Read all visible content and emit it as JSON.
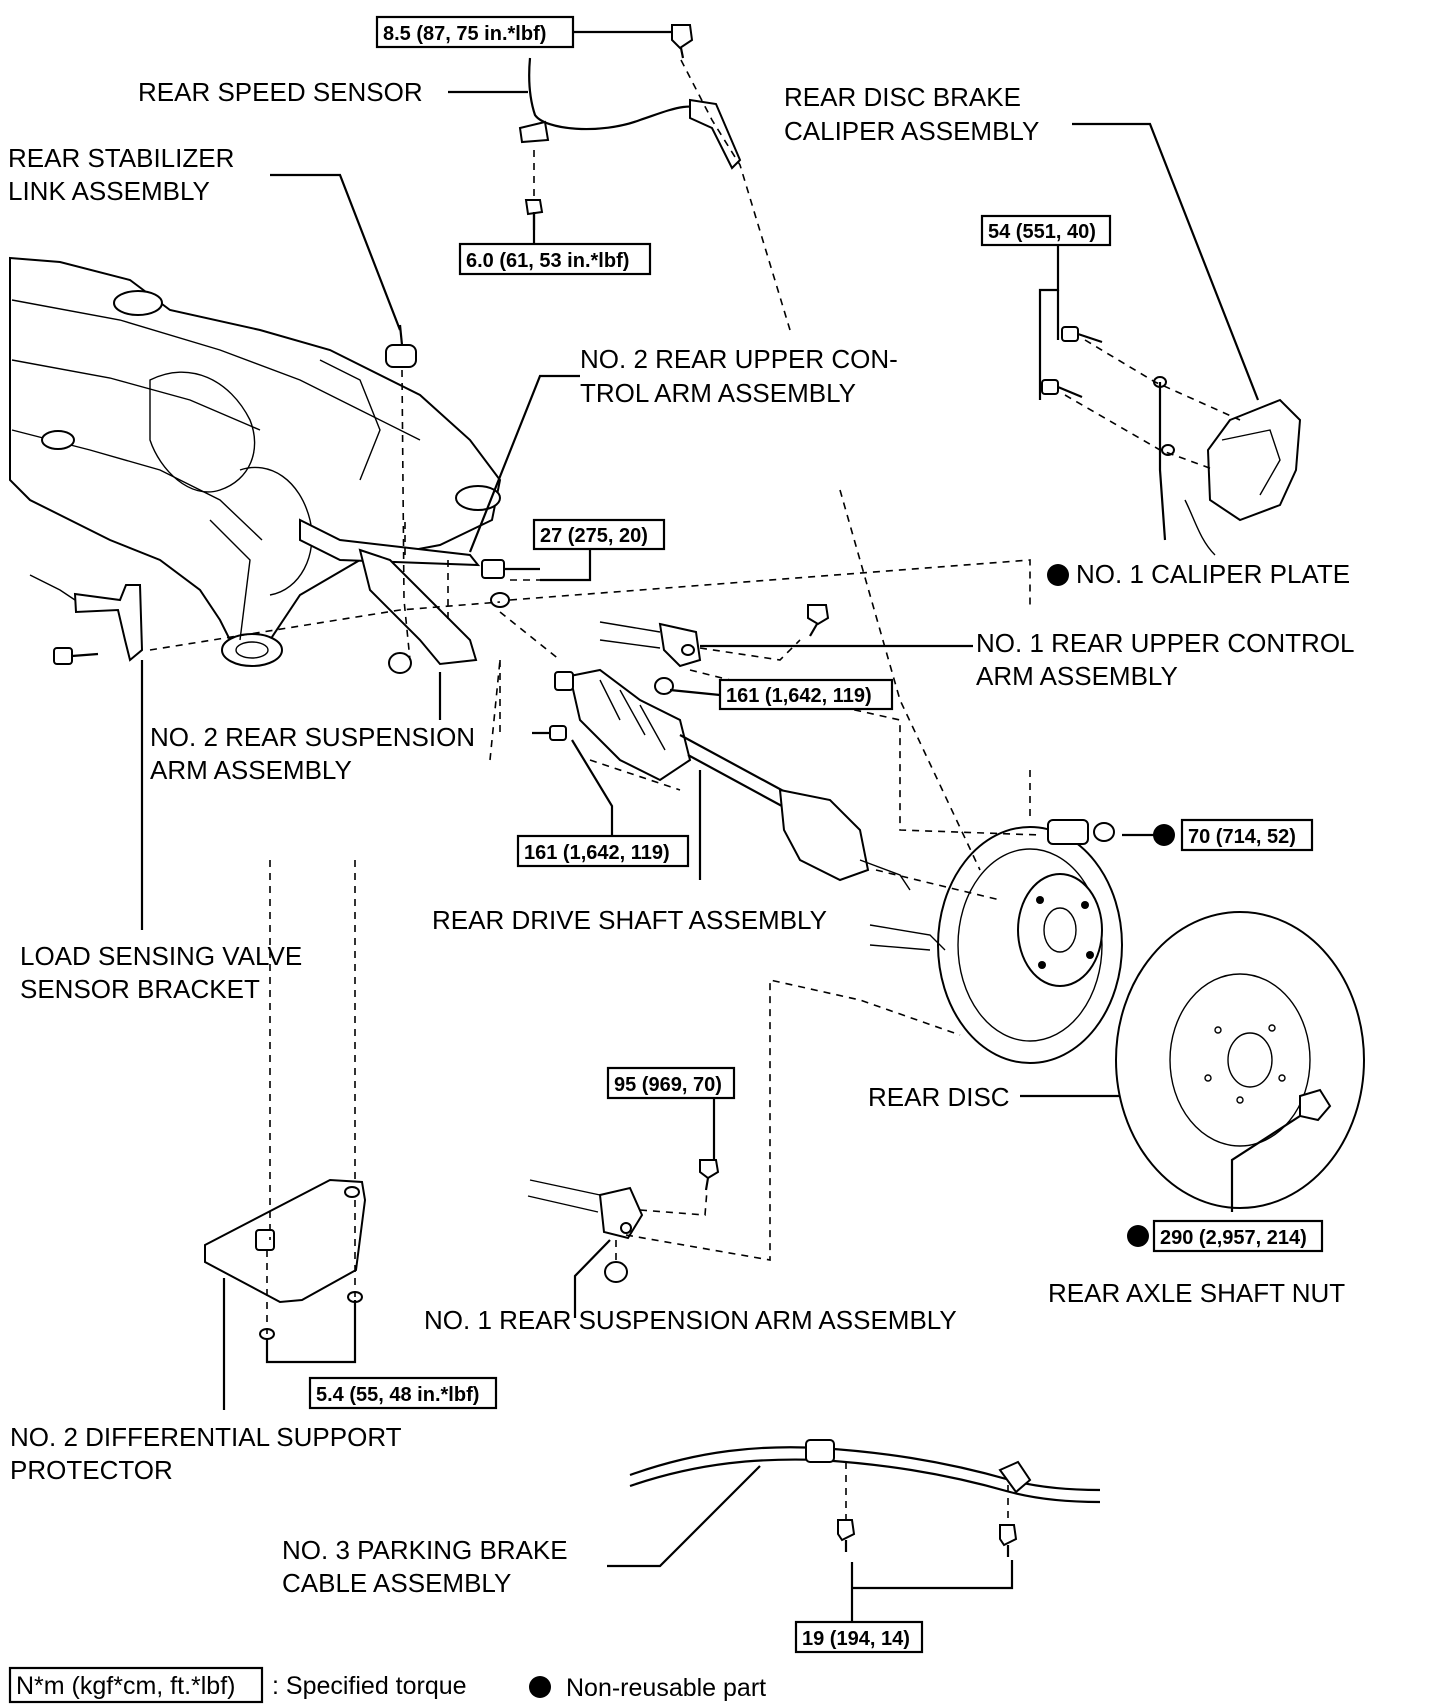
{
  "labels": {
    "rear_speed_sensor": "REAR SPEED SENSOR",
    "rear_disc_brake_caliper": [
      "REAR DISC BRAKE",
      "CALIPER ASSEMBLY"
    ],
    "rear_stabilizer_link": [
      "REAR STABILIZER",
      "LINK ASSEMBLY"
    ],
    "no2_rear_upper_control_arm": [
      "NO. 2 REAR UPPER CON-",
      "TROL ARM ASSEMBLY"
    ],
    "no1_caliper_plate": "NO. 1 CALIPER PLATE",
    "no1_rear_upper_control_arm": [
      "NO. 1 REAR UPPER CONTROL",
      "ARM ASSEMBLY"
    ],
    "no2_rear_suspension_arm": [
      "NO. 2 REAR SUSPENSION",
      "ARM ASSEMBLY"
    ],
    "rear_drive_shaft": "REAR DRIVE SHAFT ASSEMBLY",
    "load_sensing_valve_bracket": [
      "LOAD SENSING VALVE",
      "SENSOR BRACKET"
    ],
    "rear_disc": "REAR DISC",
    "rear_axle_shaft_nut": "REAR AXLE SHAFT NUT",
    "no1_rear_suspension_arm": "NO. 1 REAR SUSPENSION ARM ASSEMBLY",
    "no2_differential_support_protector": [
      "NO. 2 DIFFERENTIAL SUPPORT",
      "PROTECTOR"
    ],
    "no3_parking_brake_cable": [
      "NO. 3 PARKING BRAKE",
      "CABLE ASSEMBLY"
    ]
  },
  "torques": {
    "speed_sensor_top": "8.5 (87, 75 in.*lbf)",
    "speed_sensor_bottom": "6.0 (61, 53 in.*lbf)",
    "caliper": "54 (551, 40)",
    "upper_arm_no2": "27 (275, 20)",
    "upper_arm_no1": "161 (1,642, 119)",
    "suspension_arm_no2": "161 (1,642, 119)",
    "hub_nut": "70 (714, 52)",
    "suspension_arm_no1": "95 (969, 70)",
    "axle_shaft_nut": "290 (2,957, 214)",
    "diff_protector": "5.4 (55, 48 in.*lbf)",
    "parking_brake_cable": "19 (194, 14)"
  },
  "legend": {
    "unit_box": "N*m (kgf*cm, ft.*lbf)",
    "unit_desc": ": Specified torque",
    "dot_desc": "Non-reusable part"
  }
}
